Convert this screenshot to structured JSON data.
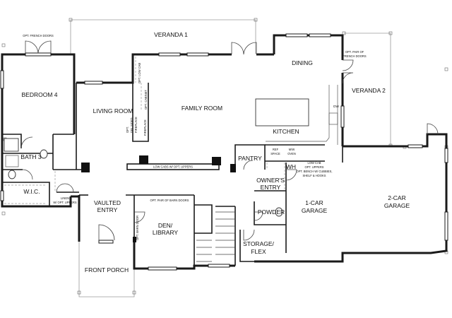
{
  "rooms": {
    "veranda_1": "VERANDA 1",
    "dining": "DINING",
    "veranda_2": "VERANDA 2",
    "bedroom_4": "BEDROOM 4",
    "living_room": "LIVING ROOM",
    "family_room": "FAMILY ROOM",
    "kitchen": "KITCHEN",
    "bath_3": "BATH 3",
    "wic": "W.I.C.",
    "pantry": "PANTRY",
    "owners_entry": [
      "OWNER'S",
      "ENTRY"
    ],
    "wh": "WH",
    "one_car_garage": [
      "1-CAR",
      "GARAGE"
    ],
    "two_car_garage": [
      "2-CAR",
      "GARAGE"
    ],
    "vaulted_entry": [
      "VAULTED",
      "ENTRY"
    ],
    "den_library": [
      "DEN/",
      "LIBRARY"
    ],
    "powder": "POWDER",
    "storage_flex": [
      "STORAGE/",
      "FLEX"
    ],
    "front_porch": "FRONT PORCH"
  },
  "notes": {
    "opt_french_doors": "OPT. FRENCH DOORS",
    "opt_pair_french_doors": [
      "OPT. PAIR OF",
      "FRENCH DOORS"
    ],
    "opt_low_cab": "OPT. LOW CAB",
    "opt_cabinet": "OPT. CABINET",
    "opt_dbl_sided_fireplace": [
      "OPT.",
      "DBL SIDED",
      "FIREPLACE"
    ],
    "fireplace": "FIREPLACE",
    "dw": "DW",
    "ref_space": [
      "REF",
      "SPACE"
    ],
    "mw_oven": [
      "M/W",
      "OVEN"
    ],
    "low_cabs_opt_uppers": "LOW CABS W/ OPT. UPPERS",
    "low_cab_bench": [
      "LOW CAB",
      "OPT. UPPERS",
      "OPT. BENCH W/ CUBBIES,",
      "SHELF & HOOKS"
    ],
    "linen": [
      "LINEN",
      "W/ OPT. UPPERS"
    ],
    "opt_pair_barn_doors": "OPT. PAIR OF BARN DOORS",
    "opt_barn_door": "OPT. BARN DOOR"
  }
}
